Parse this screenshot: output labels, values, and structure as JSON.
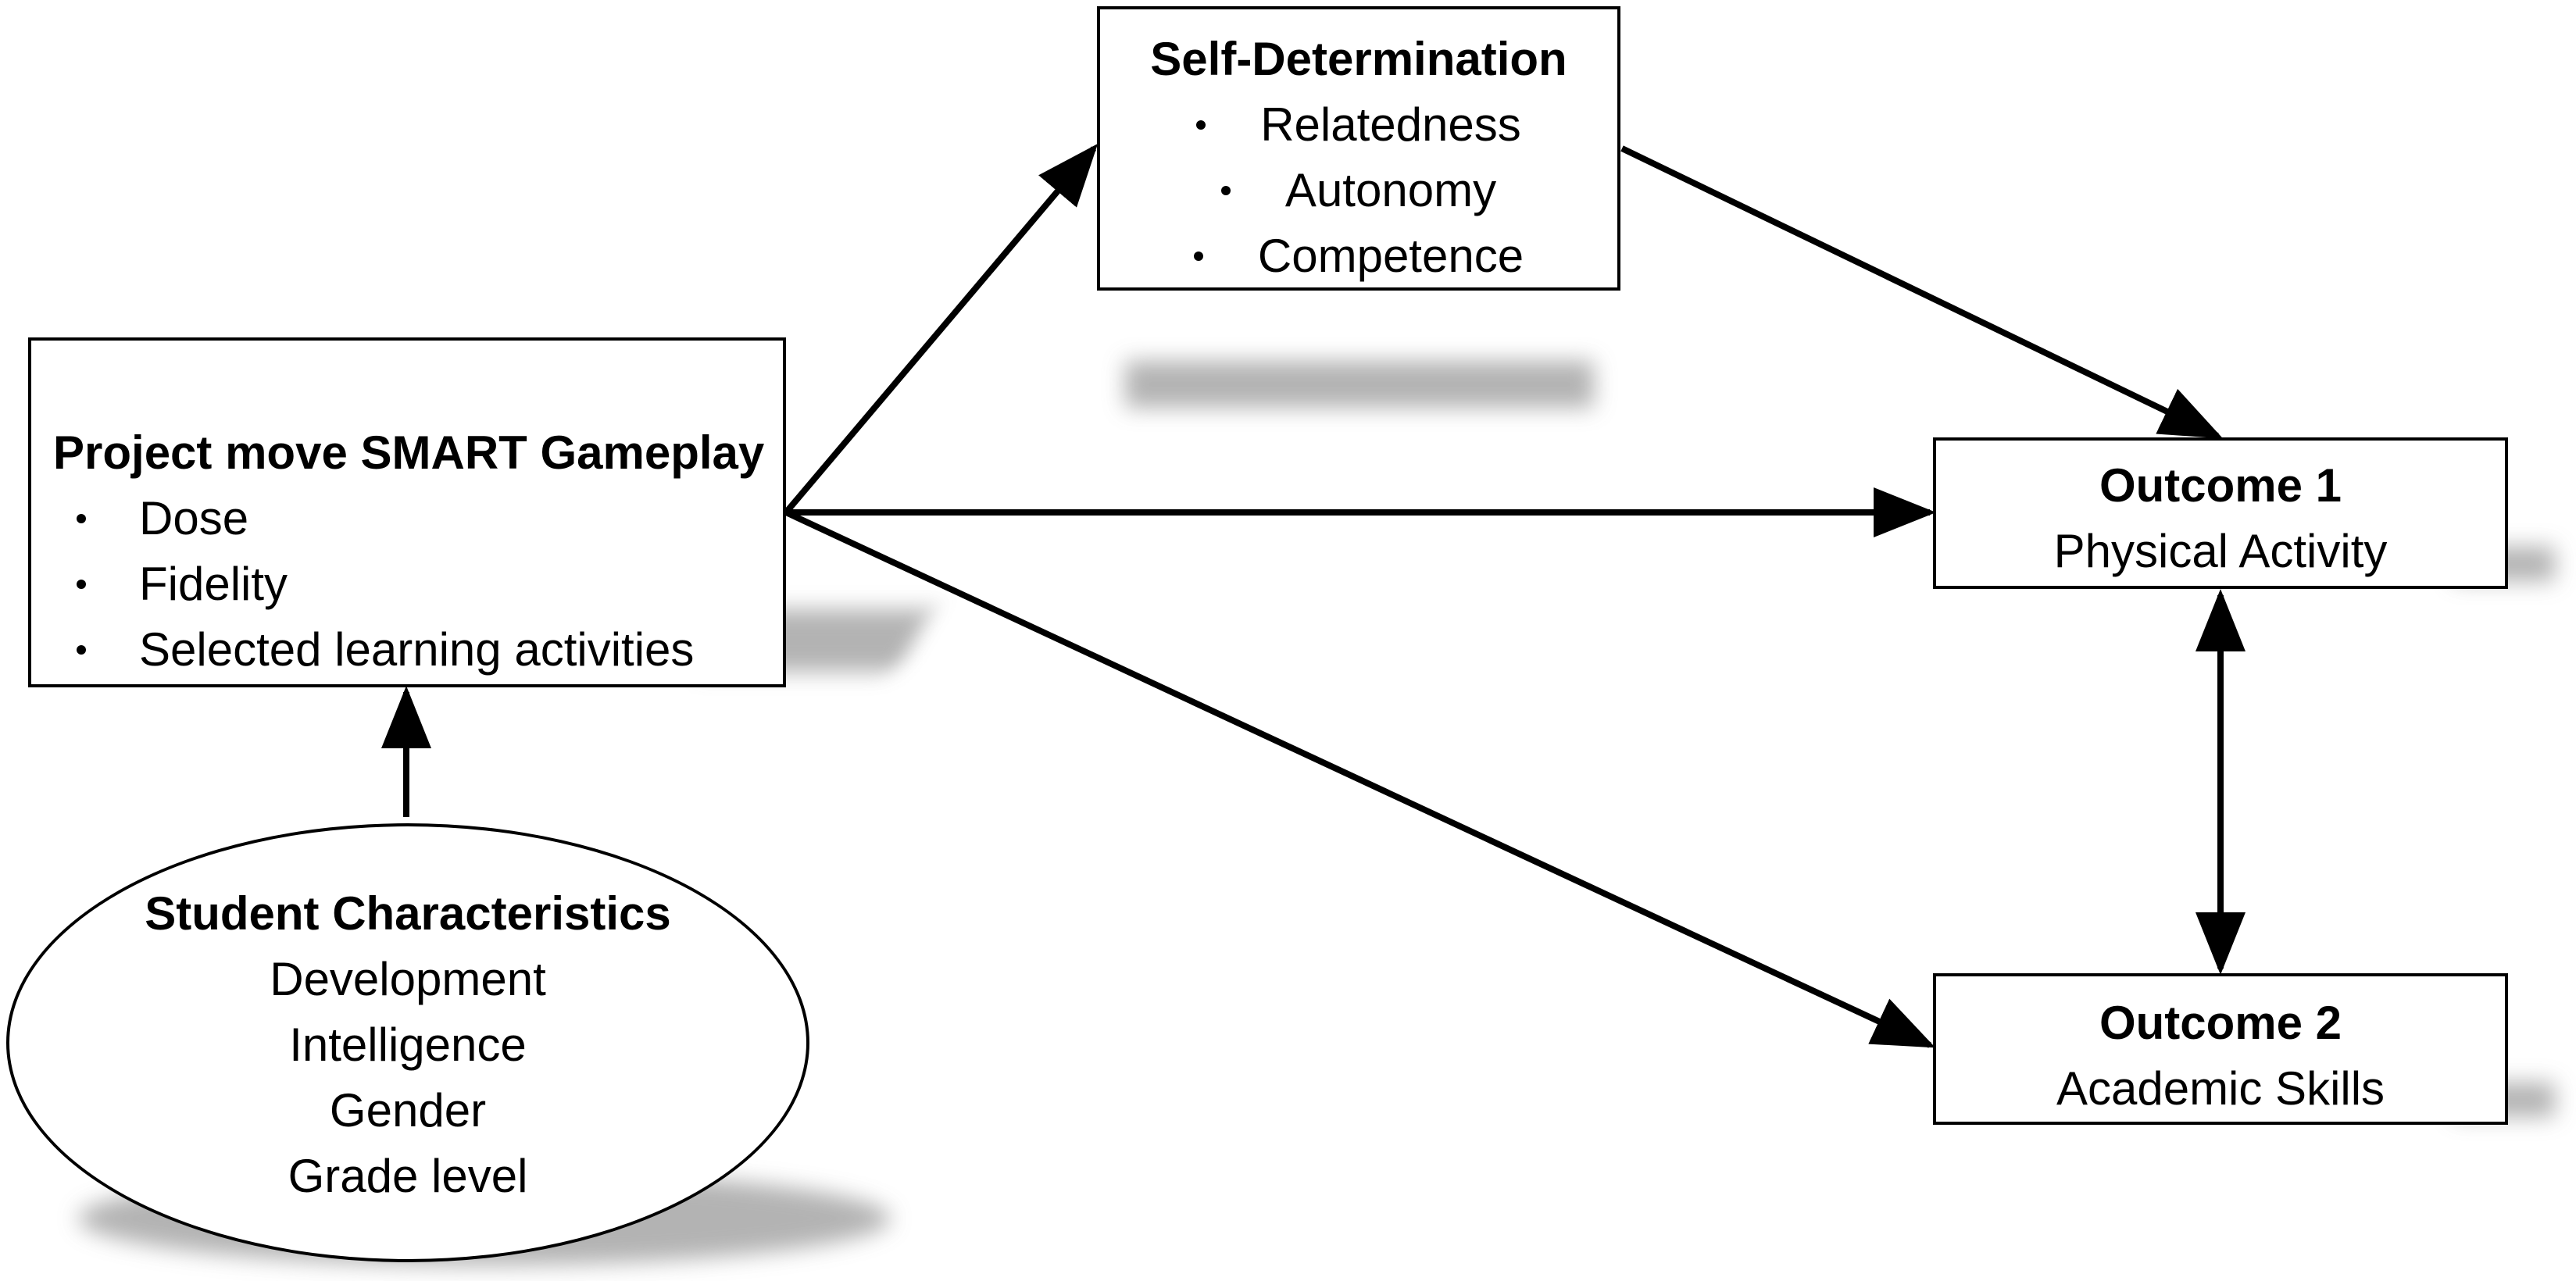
{
  "self_determination": {
    "title": "Self-Determination",
    "items": [
      "Relatedness",
      "Autonomy",
      "Competence"
    ]
  },
  "project": {
    "title": "Project move SMART Gameplay",
    "items": [
      "Dose",
      "Fidelity",
      "Selected learning activities"
    ]
  },
  "outcome1": {
    "title": "Outcome 1",
    "subtitle": "Physical Activity"
  },
  "outcome2": {
    "title": "Outcome 2",
    "subtitle": "Academic Skills"
  },
  "student": {
    "title": "Student Characteristics",
    "items": [
      "Development",
      "Intelligence",
      "Gender",
      "Grade level"
    ]
  }
}
